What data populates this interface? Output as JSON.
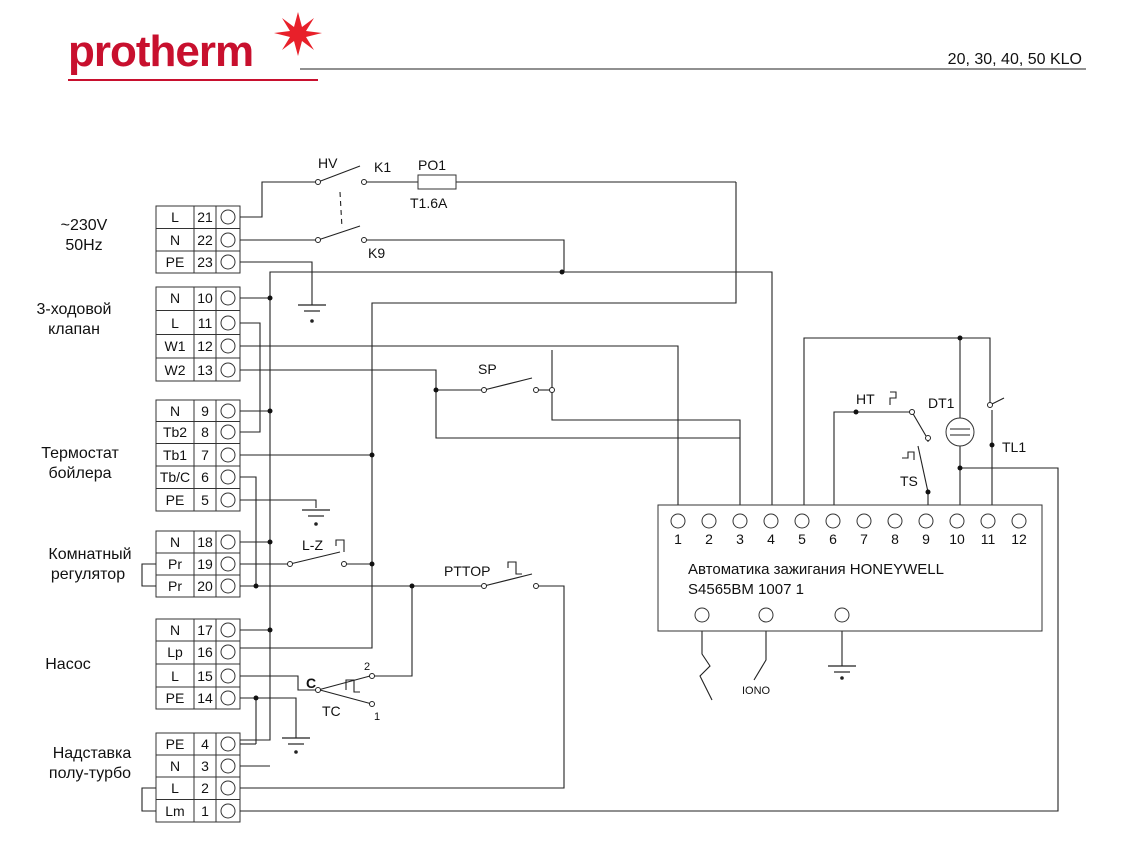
{
  "header": {
    "logo_text": "protherm",
    "model": "20, 30, 40, 50 KLO",
    "brand_color": "#c8102e",
    "star_color": "#e8202a"
  },
  "groups": {
    "power": "~230V\n50Hz",
    "valve": "3-ходовой\nклапан",
    "boiler_thermostat": "Термостат\nбойлера",
    "room_regulator": "Комнатный\nрегулятор",
    "pump": "Насос",
    "turbo": "Надставка\nполу-турбо"
  },
  "terminals": [
    {
      "label": "L",
      "num": "21"
    },
    {
      "label": "N",
      "num": "22"
    },
    {
      "label": "PE",
      "num": "23"
    },
    {
      "label": "N",
      "num": "10"
    },
    {
      "label": "L",
      "num": "11"
    },
    {
      "label": "W1",
      "num": "12"
    },
    {
      "label": "W2",
      "num": "13"
    },
    {
      "label": "N",
      "num": "9"
    },
    {
      "label": "Tb2",
      "num": "8"
    },
    {
      "label": "Tb1",
      "num": "7"
    },
    {
      "label": "Tb/C",
      "num": "6"
    },
    {
      "label": "PE",
      "num": "5"
    },
    {
      "label": "N",
      "num": "18"
    },
    {
      "label": "Pr",
      "num": "19"
    },
    {
      "label": "Pr",
      "num": "20"
    },
    {
      "label": "N",
      "num": "17"
    },
    {
      "label": "Lp",
      "num": "16"
    },
    {
      "label": "L",
      "num": "15"
    },
    {
      "label": "PE",
      "num": "14"
    },
    {
      "label": "PE",
      "num": "4"
    },
    {
      "label": "N",
      "num": "3"
    },
    {
      "label": "L",
      "num": "2"
    },
    {
      "label": "Lm",
      "num": "1"
    }
  ],
  "components": {
    "hv": "HV",
    "k1": "K1",
    "po1": "PO1",
    "fuse": "T1.6A",
    "k9": "K9",
    "sp": "SP",
    "ht": "HT",
    "dt1": "DT1",
    "tl1": "TL1",
    "ts": "TS",
    "lz": "L-Z",
    "pttop": "PTTOP",
    "tc": "TC",
    "tc_c": "C",
    "tc_1": "1",
    "tc_2": "2"
  },
  "controller": {
    "line1": "Автоматика зажигания HONEYWELL",
    "line2": "S4565BM 1007 1",
    "pins": [
      "1",
      "2",
      "3",
      "4",
      "5",
      "6",
      "7",
      "8",
      "9",
      "10",
      "11",
      "12"
    ],
    "ion_label": "IONO"
  }
}
